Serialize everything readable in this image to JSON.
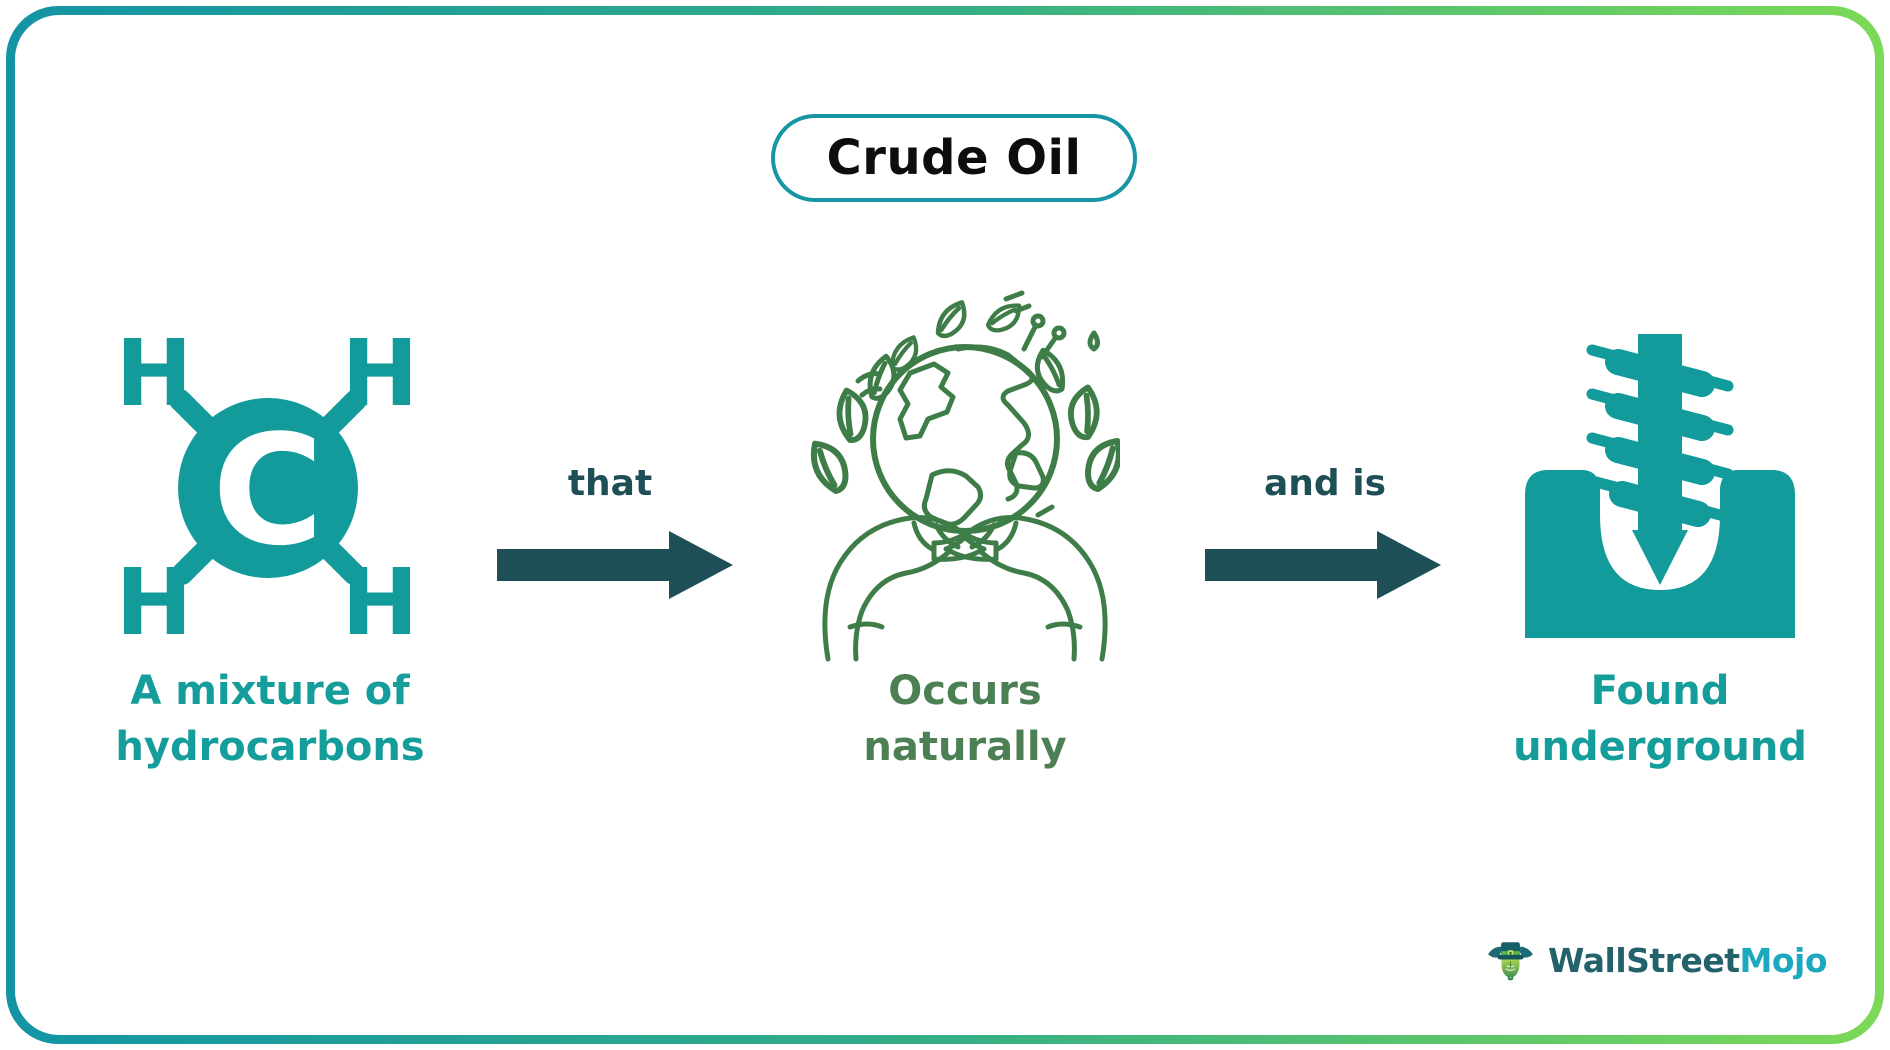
{
  "title": "Crude Oil",
  "items": [
    {
      "id": "hydrocarbons",
      "icon": "hydrocarbon-molecule-icon",
      "atoms": {
        "center": "C",
        "outer": "H"
      },
      "lines": [
        "A mixture of",
        "hydrocarbons"
      ],
      "caption_color": "#149D9B"
    },
    {
      "id": "occurs-naturally",
      "icon": "earth-in-hands-icon",
      "lines": [
        "Occurs",
        "naturally"
      ],
      "caption_color": "#4C7F53"
    },
    {
      "id": "found-underground",
      "icon": "drill-underground-icon",
      "lines": [
        "Found",
        "underground"
      ],
      "caption_color": "#149D9B"
    }
  ],
  "connectors": [
    {
      "label": "that"
    },
    {
      "label": "and is"
    }
  ],
  "logo": {
    "brand_primary": "WallStreet",
    "brand_secondary": "Mojo",
    "mascot": "bull-with-hat-icon"
  },
  "colors": {
    "accent_teal": "#129B9A",
    "illustration_green": "#3E7D48",
    "caption_green": "#4C7F53",
    "connector_dark": "#1E4F57",
    "pill_border": "#1795A5",
    "title_text": "#0D0D0D",
    "border_gradient_left": "#1394A4",
    "border_gradient_right": "#7CD957",
    "logo_text_dark": "#23616B",
    "logo_text_bright": "#1CA9C0"
  }
}
